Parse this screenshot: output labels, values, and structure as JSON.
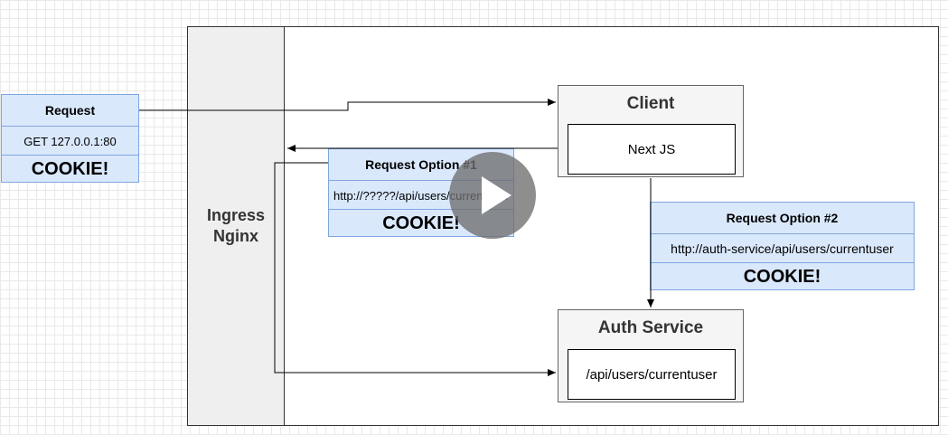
{
  "ingress": {
    "label": "Ingress\nNginx"
  },
  "client": {
    "title": "Client",
    "inner": "Next JS"
  },
  "auth": {
    "title": "Auth Service",
    "inner": "/api/users/currentuser"
  },
  "request": {
    "title": "Request",
    "url": "GET 127.0.0.1:80",
    "cookie": "COOKIE!"
  },
  "option1": {
    "title": "Request Option #1",
    "url": "http://?????/api/users/currentuser",
    "cookie": "COOKIE!"
  },
  "option2": {
    "title": "Request Option #2",
    "url": "http://auth-service/api/users/currentuser",
    "cookie": "COOKIE!"
  },
  "colors": {
    "request_fill": "#dae8fc",
    "request_border": "#7ea6e0",
    "service_fill": "#f5f5f5",
    "ingress_fill": "#efefef"
  },
  "icons": {
    "video_overlay": "play-icon"
  }
}
